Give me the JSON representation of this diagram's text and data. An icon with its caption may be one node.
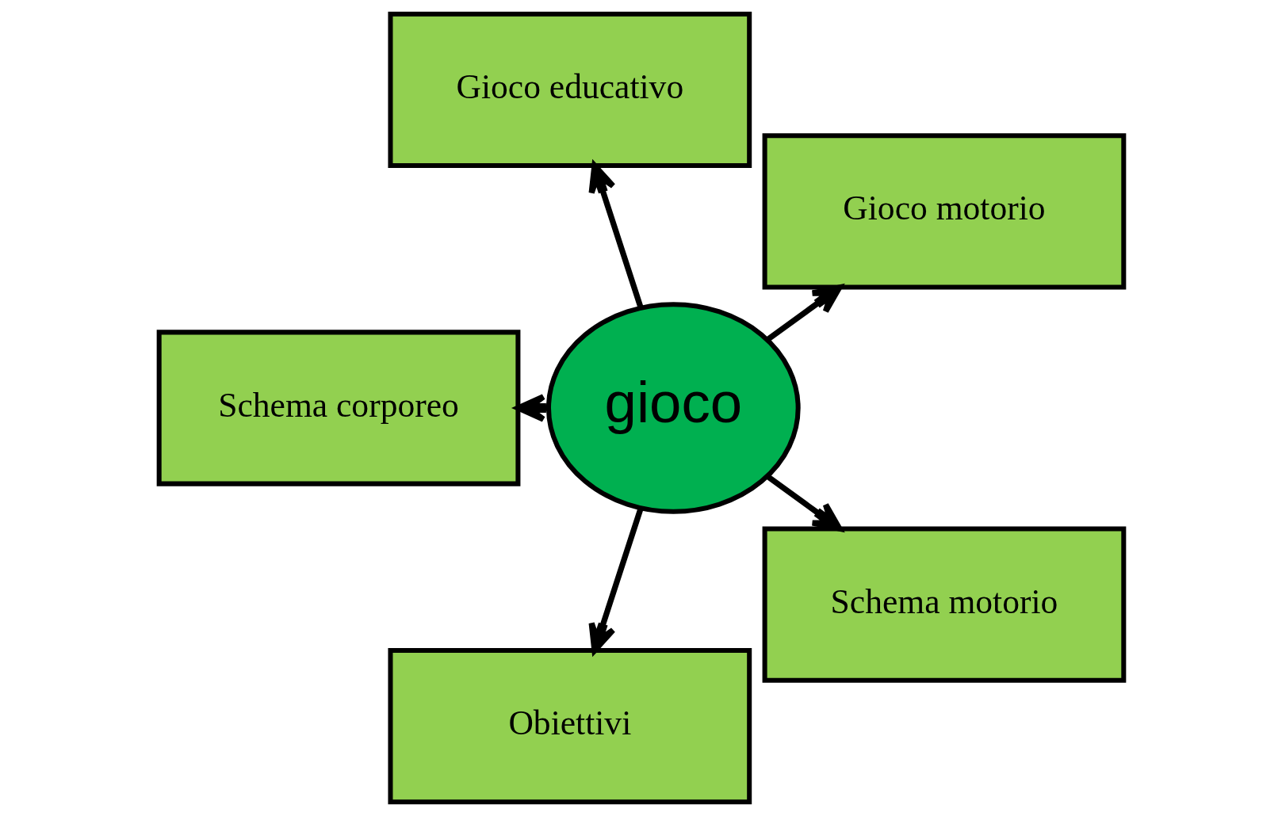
{
  "diagram": {
    "nodes": [
      {
        "text": [
          "Gioco motorio"
        ]
      },
      {
        "text": [
          "Gioco educativo"
        ]
      },
      {
        "text": [
          "gioco"
        ]
      },
      {
        "text": [
          "Schema corporeo"
        ]
      },
      {
        "text": [
          "Obiettivi"
        ]
      },
      {
        "text": [
          "Schema motorio"
        ]
      }
    ],
    "edges": [
      {
        "from": 2,
        "to": 0,
        "arrow": "to"
      },
      {
        "from": 2,
        "to": 1,
        "arrow": "to"
      },
      {
        "from": 2,
        "to": 3,
        "arrow": "to"
      },
      {
        "from": 2,
        "to": 4,
        "arrow": "to"
      },
      {
        "from": 2,
        "to": 5,
        "arrow": "to"
      }
    ]
  }
}
